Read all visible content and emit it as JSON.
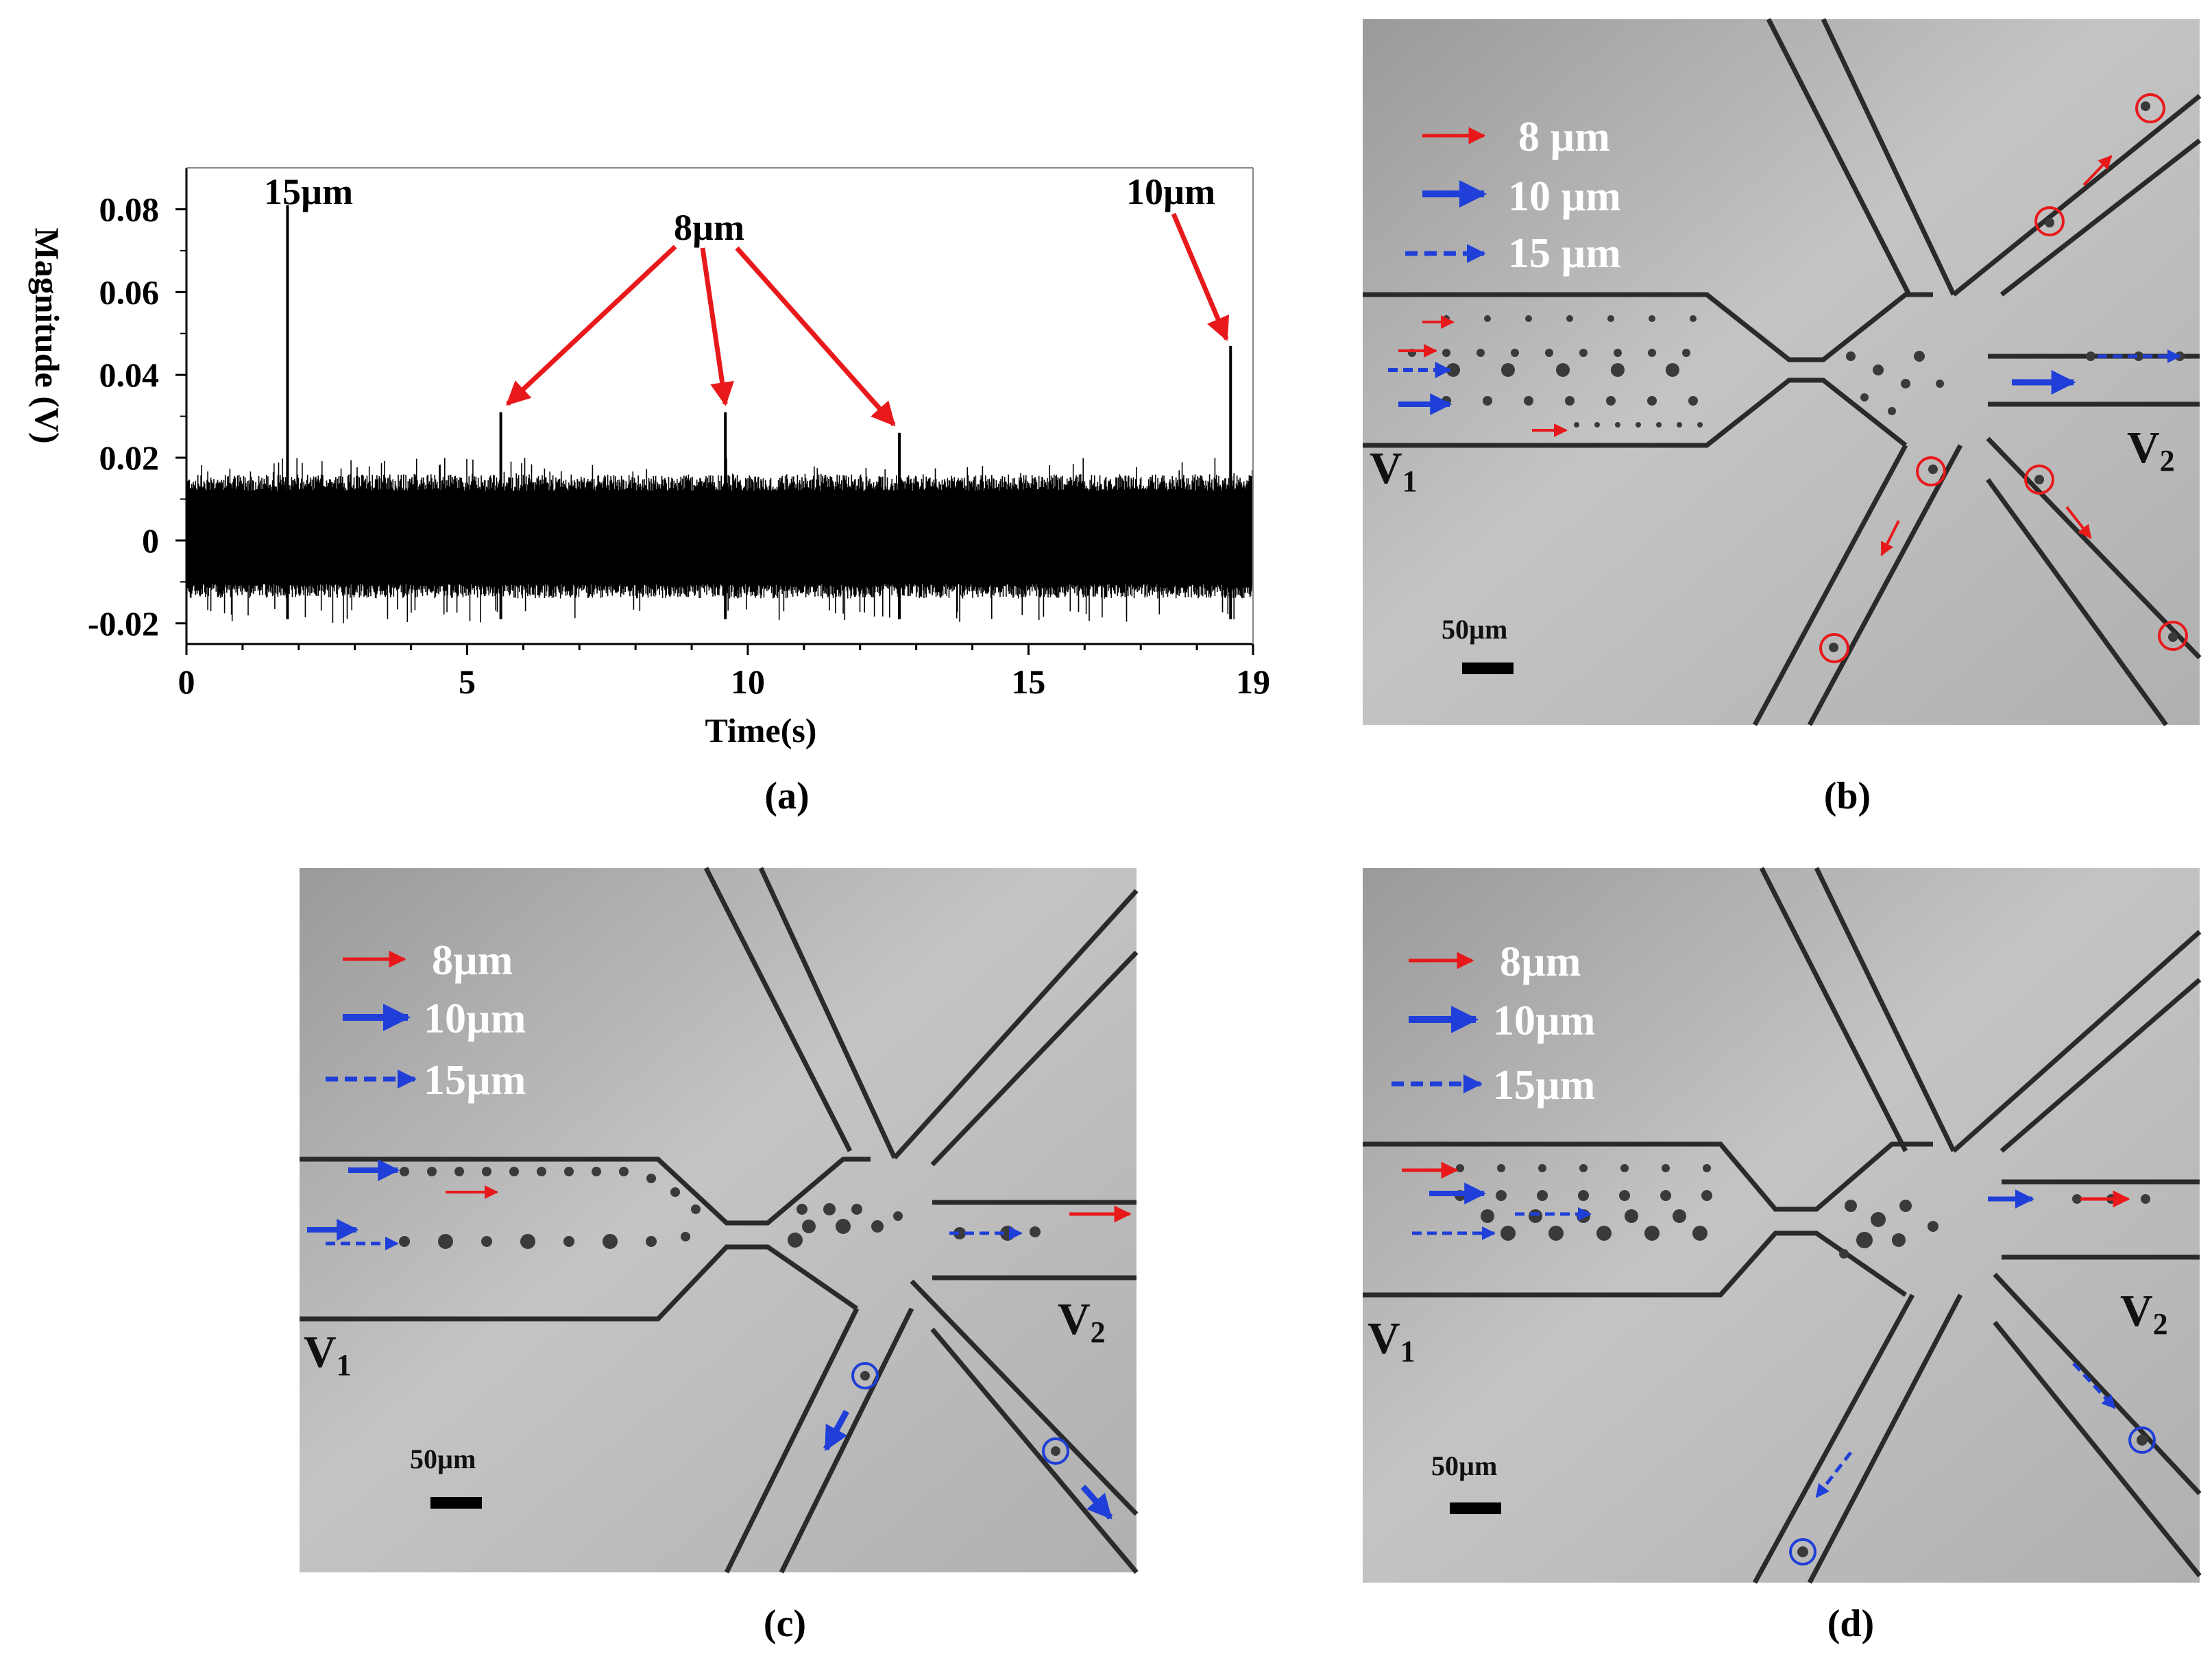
{
  "chart_data": {
    "type": "line",
    "title": "",
    "xlabel": "Time(s)",
    "ylabel": "Magnitude (V)",
    "xlim": [
      0,
      19
    ],
    "ylim": [
      -0.025,
      0.09
    ],
    "xticks": [
      "0",
      "5",
      "10",
      "15",
      "19"
    ],
    "xtick_values": [
      0,
      5,
      10,
      15,
      19
    ],
    "yticks": [
      "-0.02",
      "0",
      "0.02",
      "0.04",
      "0.06",
      "0.08"
    ],
    "ytick_values": [
      -0.02,
      0,
      0.02,
      0.04,
      0.06,
      0.08
    ],
    "grid": false,
    "noise_band": [
      -0.014,
      0.016
    ],
    "peaks": [
      {
        "x": 1.8,
        "y": 0.081
      },
      {
        "x": 5.6,
        "y": 0.031
      },
      {
        "x": 9.6,
        "y": 0.031
      },
      {
        "x": 12.7,
        "y": 0.026
      },
      {
        "x": 18.6,
        "y": 0.047
      }
    ],
    "annotations": [
      {
        "text": "15µm",
        "x": 1.8,
        "y": 0.081
      },
      {
        "text": "8µm",
        "targets": [
          [
            5.6,
            0.031
          ],
          [
            9.6,
            0.031
          ],
          [
            12.7,
            0.026
          ]
        ]
      },
      {
        "text": "10µm",
        "x": 18.6,
        "y": 0.047
      }
    ]
  },
  "panels": {
    "a": {
      "label": "(a)"
    },
    "b": {
      "label": "(b)",
      "legend": [
        "8 µm",
        "10 µm",
        "15 µm"
      ],
      "scale": "50µm",
      "v1": "V",
      "v1_sub": "1",
      "v2": "V",
      "v2_sub": "2"
    },
    "c": {
      "label": "(c)",
      "legend": [
        "8µm",
        "10µm",
        "15µm"
      ],
      "scale": "50µm",
      "v1": "V",
      "v1_sub": "1",
      "v2": "V",
      "v2_sub": "2"
    },
    "d": {
      "label": "(d)",
      "legend": [
        "8µm",
        "10µm",
        "15µm"
      ],
      "scale": "50µm",
      "v1": "V",
      "v1_sub": "1",
      "v2": "V",
      "v2_sub": "2"
    }
  },
  "colors": {
    "red_arrow": "#e8191b",
    "blue_arrow": "#1f3fd8",
    "signal": "#000000",
    "micro_bg": "#b9b9b9"
  }
}
